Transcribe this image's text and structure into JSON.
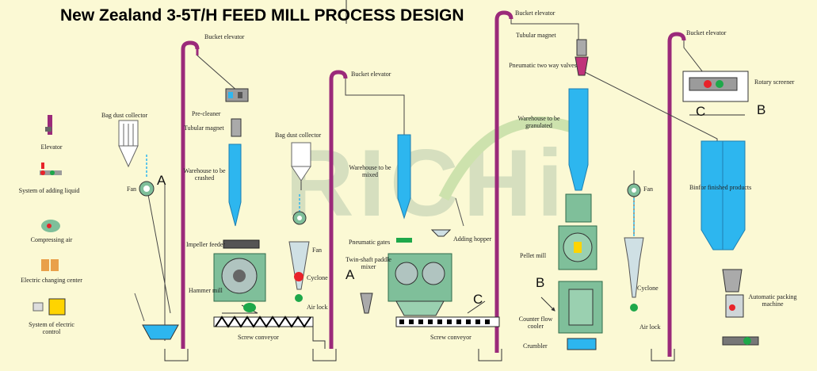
{
  "title": "New Zealand 3-5T/H FEED MILL PROCESS DESIGN",
  "watermark": "RICHi",
  "colors": {
    "background": "#fbf9d4",
    "elevator": "#9b2a7a",
    "silo": "#2db6ef",
    "machine": "#7fbf9a",
    "red_indicator": "#e8232a",
    "green_indicator": "#1ea84a"
  },
  "legend": {
    "elevator": "Elevator",
    "liquid": "System of adding liquid",
    "air": "Compressing air",
    "electric_center": "Electric changing center",
    "electric_control": "System of electric control"
  },
  "labels": {
    "bag_dust_collector_1": "Bag dust collector",
    "fan_1": "Fan",
    "letter_a1": "A",
    "bucket_elevator_1": "Bucket elevator",
    "pre_cleaner": "Pre-cleaner",
    "tubular_magnet_1": "Tubular magnet",
    "warehouse_crashed": "Warehouse to be crashed",
    "impeller_feeder": "Impeller feeder",
    "hammer_mill": "Hammer mill",
    "screw_conveyor_1": "Screw conveyor",
    "bag_dust_collector_2": "Bag dust collector",
    "fan_2": "Fan",
    "cyclone_1": "Cyclone",
    "air_lock_1": "Air lock",
    "bucket_elevator_2": "Bucket elevator",
    "warehouse_mixed": "Warehouse to be mixed",
    "pneumatic_gates": "Pneumatic gates",
    "adding_hopper": "Adding hopper",
    "twin_shaft_mixer": "Twin-shaft paddle mixer",
    "letter_a2": "A",
    "letter_c1": "C",
    "screw_conveyor_2": "Screw conveyor",
    "bucket_elevator_3": "Bucket elevator",
    "tubular_magnet_2": "Tubular magnet",
    "pneumatic_two_way": "Pneumatic two way valves",
    "warehouse_granulated": "Warehouse to be granulated",
    "pellet_mill": "Pellet mill",
    "letter_b1": "B",
    "counter_flow_cooler": "Counter flow cooler",
    "crumbler": "Crumbler",
    "fan_3": "Fan",
    "cyclone_2": "Cyclone",
    "air_lock_2": "Air lock",
    "bucket_elevator_4": "Bucket elevator",
    "rotary_screener": "Rotary screener",
    "letter_c2": "C",
    "letter_b2": "B",
    "binfor_finished": "Binfor finished products",
    "automatic_packing": "Automatic packing machine"
  }
}
